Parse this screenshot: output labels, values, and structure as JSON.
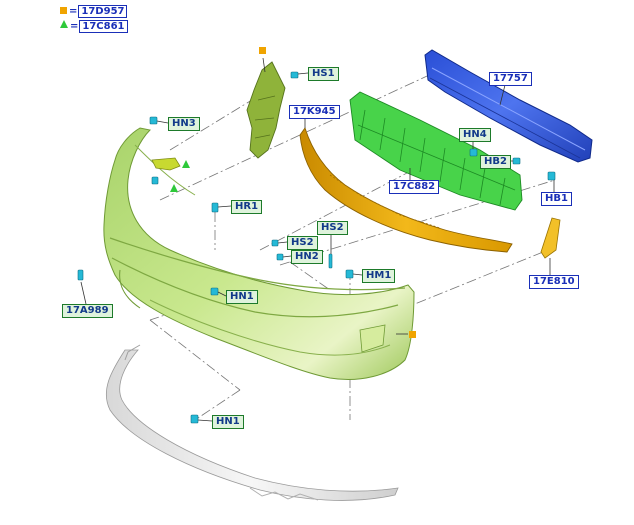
{
  "legend": [
    {
      "symbol": "square",
      "eq": "=",
      "code": "17D957"
    },
    {
      "symbol": "triangle",
      "eq": "=",
      "code": "17C861"
    }
  ],
  "callouts": {
    "hs1": "HS1",
    "hn3": "HN3",
    "k945": "17K945",
    "p17757": "17757",
    "hn4": "HN4",
    "hb2": "HB2",
    "c882": "17C882",
    "hb1": "HB1",
    "hr1": "HR1",
    "hs2_top": "HS2",
    "hs2_left": "HS2",
    "hn2": "HN2",
    "hm1": "HM1",
    "e810": "17E810",
    "a989": "17A989",
    "hn1_upper": "HN1",
    "hn1_lower": "HN1"
  },
  "colors": {
    "marker_square": "#f0a400",
    "marker_triangle": "#2ec93a",
    "callout_border_blue": "#1a2fb8",
    "callout_border_green": "#1d7a2a",
    "fastener": "#25b9d6"
  }
}
